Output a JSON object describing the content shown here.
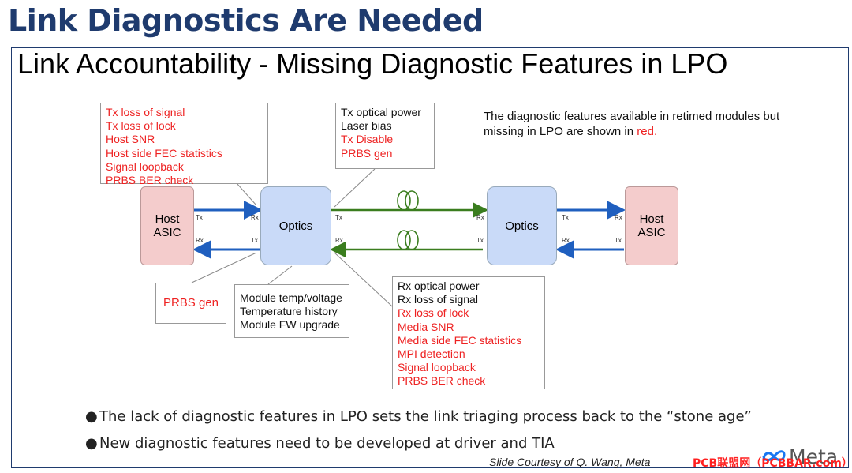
{
  "slide_title": "Link Diagnostics Are Needed",
  "subtitle": "Link Accountability - Missing Diagnostic Features in LPO",
  "note": {
    "text": "The diagnostic features available in retimed modules but missing in LPO are shown in ",
    "highlight": "red."
  },
  "callouts": {
    "host_side": [
      "Tx loss of signal",
      "Tx loss of lock",
      "Host SNR",
      "Host side FEC statistics",
      "Signal loopback",
      "PRBS BER check"
    ],
    "tx_optical": [
      {
        "text": "Tx optical power",
        "missing": false
      },
      {
        "text": "Laser bias",
        "missing": false
      },
      {
        "text": "Tx Disable",
        "missing": true
      },
      {
        "text": "PRBS gen",
        "missing": true
      }
    ],
    "prbs_gen": "PRBS gen",
    "module": [
      "Module temp/voltage",
      "Temperature history",
      "Module FW upgrade"
    ],
    "rx_optical": [
      {
        "text": "Rx optical power",
        "missing": false
      },
      {
        "text": "Rx loss of signal",
        "missing": false
      },
      {
        "text": "Rx loss of lock",
        "missing": true
      },
      {
        "text": "Media SNR",
        "missing": true
      },
      {
        "text": "Media side FEC statistics",
        "missing": true
      },
      {
        "text": "MPI detection",
        "missing": true
      },
      {
        "text": "Signal loopback",
        "missing": true
      },
      {
        "text": "PRBS BER check",
        "missing": true
      }
    ]
  },
  "blocks": {
    "host_left": [
      "Host",
      "ASIC"
    ],
    "optics_left": "Optics",
    "optics_right": "Optics",
    "host_right": [
      "Host",
      "ASIC"
    ]
  },
  "ports": {
    "tx": "Tx",
    "rx": "Rx"
  },
  "bullets": [
    "The lack of diagnostic features in LPO sets the link triaging process back to the “stone age”",
    "New diagnostic features need to be developed at driver and TIA"
  ],
  "credit": "Slide Courtesy of Q. Wang, Meta",
  "logo": {
    "word": "Meta"
  },
  "watermark": "PCB联盟网（PCBBAR.com）",
  "colors": {
    "title": "#1f3b6e",
    "missing": "#ee2222",
    "asic": "#f4cccc",
    "optics": "#c9daf8",
    "host_link": "#1f5fbf",
    "optical_link": "#3a7d1e"
  }
}
